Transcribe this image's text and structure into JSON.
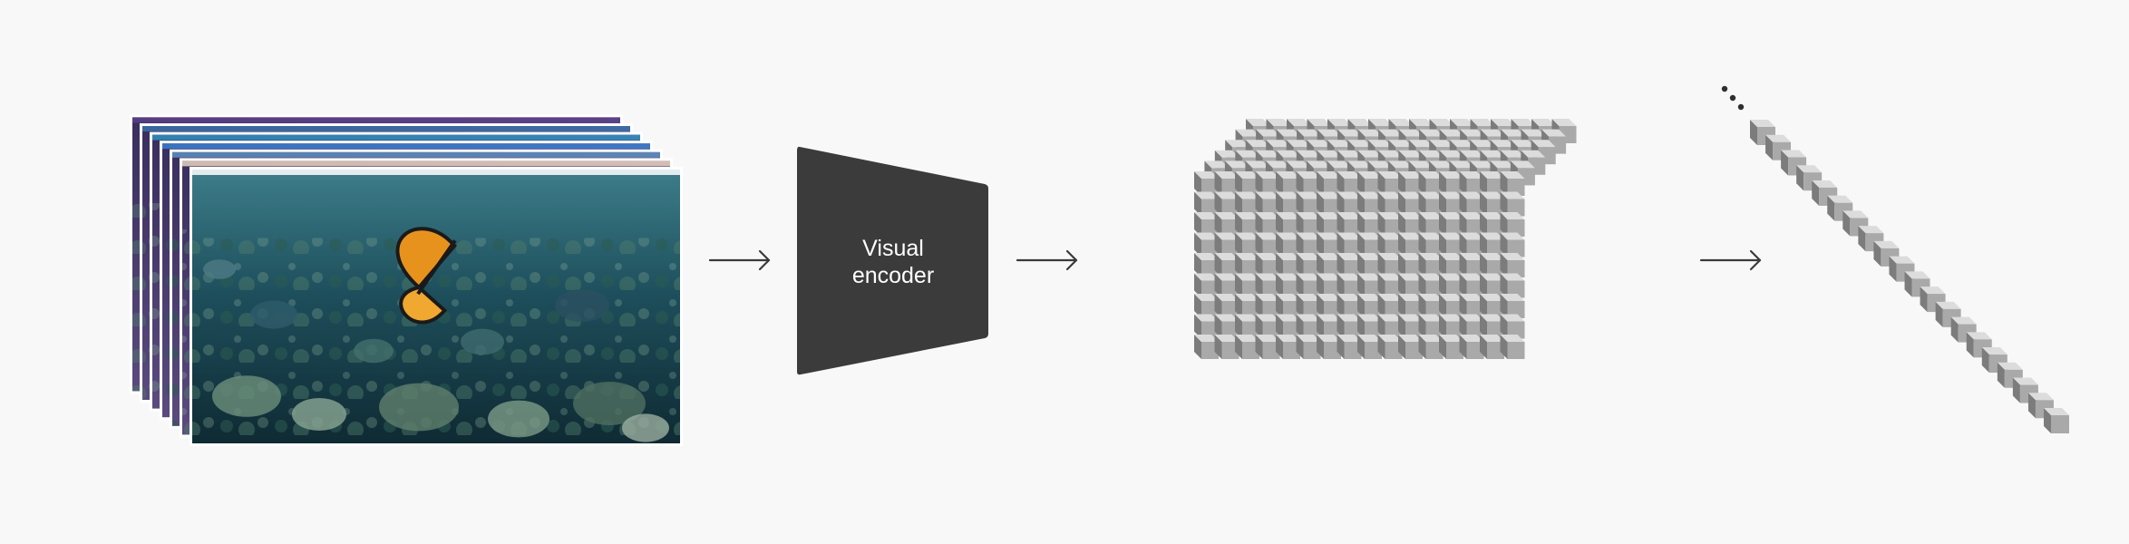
{
  "encoder": {
    "label_line1": "Visual",
    "label_line2": "encoder"
  },
  "colors": {
    "background": "#f8f8f8",
    "encoder_fill": "#3b3b3b",
    "cube_front": "#a9a9a9",
    "cube_top": "#dcdcdc",
    "cube_side": "#7c7c7c",
    "arrow": "#3a3a3a",
    "frame_water": "#1d4a57",
    "butterfly_orange": "#e8921e"
  },
  "diagram": {
    "frames_count": 7,
    "token_grid": {
      "columns": 16,
      "rows": 9,
      "depth": 6
    },
    "flattened_tokens_visible": 20,
    "ellipsis": "..."
  }
}
